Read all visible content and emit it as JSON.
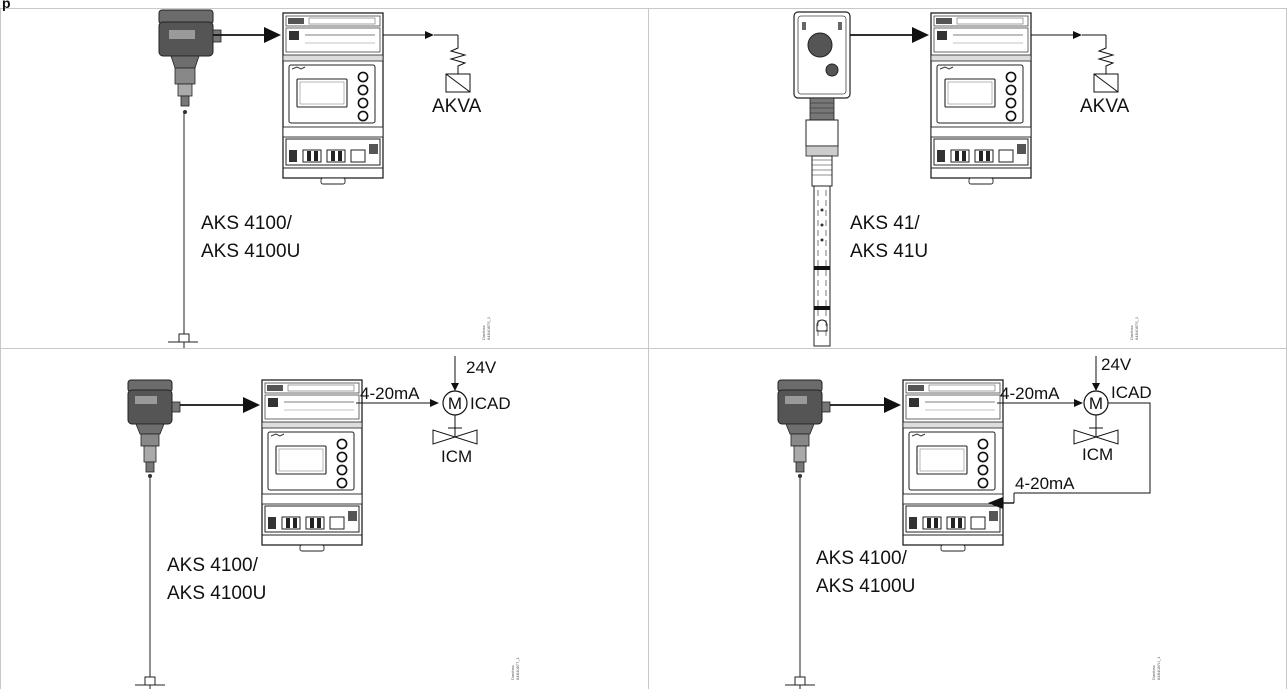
{
  "header": {
    "title_fragment": "p"
  },
  "panels": [
    {
      "sensor_label_1": "AKS 4100/",
      "sensor_label_2": "AKS 4100U",
      "valve": "AKVA",
      "stamp_1": "Danfoss",
      "stamp_2": "84B4087S_1"
    },
    {
      "sensor_label_1": "AKS 41/",
      "sensor_label_2": "AKS 41U",
      "valve": "AKVA",
      "stamp_1": "Danfoss",
      "stamp_2": "84B4087S_1"
    },
    {
      "sensor_label_1": "AKS 4100/",
      "sensor_label_2": "AKS 4100U",
      "signal": "4-20mA",
      "supply": "24V",
      "motor": "M",
      "actuator": "ICAD",
      "valve": "ICM",
      "stamp_1": "Danfoss",
      "stamp_2": "84B4087T_1"
    },
    {
      "sensor_label_1": "AKS 4100/",
      "sensor_label_2": "AKS 4100U",
      "signal": "4-20mA",
      "feedback": "4-20mA",
      "supply": "24V",
      "motor": "M",
      "actuator": "ICAD",
      "valve": "ICM",
      "stamp_1": "Danfoss",
      "stamp_2": "84B4087U_1"
    }
  ]
}
